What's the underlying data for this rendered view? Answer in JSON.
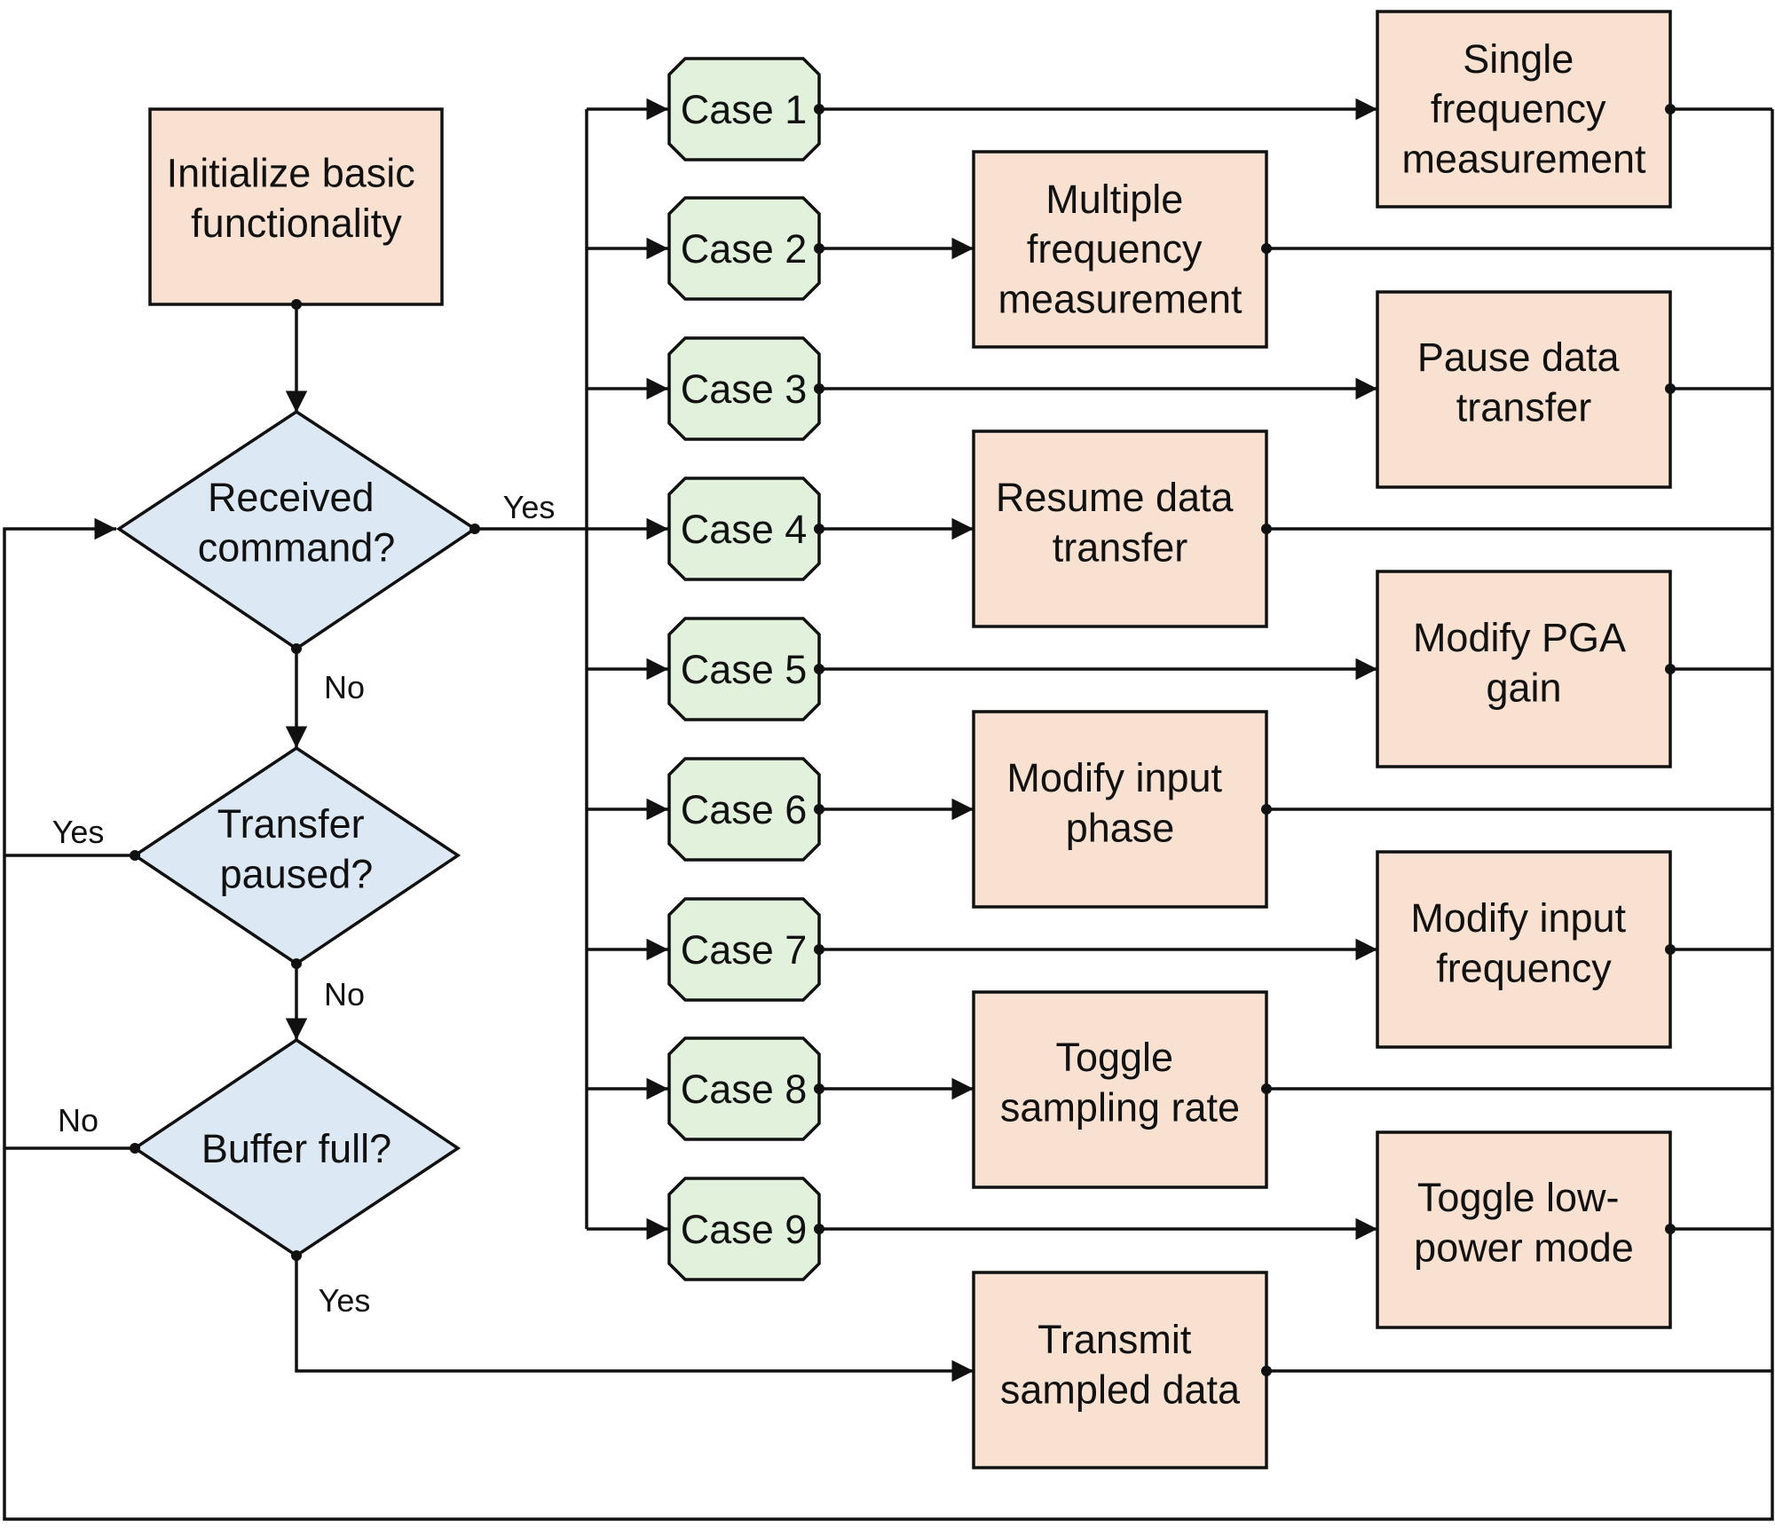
{
  "colors": {
    "process_fill": "#f9e1d1",
    "decision_fill": "#dde8f5",
    "case_fill": "#e1f1dc",
    "line": "#111111"
  },
  "nodes": {
    "init": [
      "Initialize basic",
      "functionality"
    ],
    "received_command": [
      "Received",
      "command?"
    ],
    "transfer_paused": [
      "Transfer",
      "paused?"
    ],
    "buffer_full": [
      "Buffer full?"
    ],
    "cases": [
      "Case 1",
      "Case 2",
      "Case 3",
      "Case 4",
      "Case 5",
      "Case 6",
      "Case 7",
      "Case 8",
      "Case 9"
    ],
    "actions": [
      [
        "Single",
        "frequency",
        "measurement"
      ],
      [
        "Multiple",
        "frequency",
        "measurement"
      ],
      [
        "Pause data",
        "transfer"
      ],
      [
        "Resume data",
        "transfer"
      ],
      [
        "Modify PGA",
        "gain"
      ],
      [
        "Modify input",
        "phase"
      ],
      [
        "Modify input",
        "frequency"
      ],
      [
        "Toggle",
        "sampling rate"
      ],
      [
        "Toggle low-",
        "power mode"
      ]
    ],
    "transmit": [
      "Transmit",
      "sampled data"
    ]
  },
  "edge_labels": {
    "received_yes": "Yes",
    "received_no": "No",
    "paused_yes": "Yes",
    "paused_no": "No",
    "buffer_no": "No",
    "buffer_yes": "Yes"
  }
}
